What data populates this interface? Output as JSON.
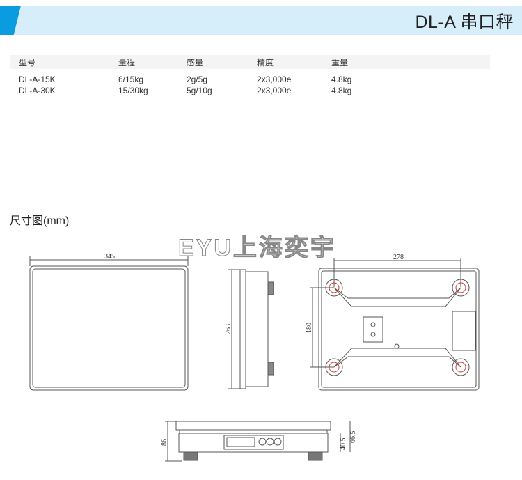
{
  "header": {
    "title": "DL-A 串口秤"
  },
  "specs": {
    "columns": [
      "型号",
      "量程",
      "感量",
      "精度",
      "重量"
    ],
    "rows": [
      [
        "DL-A-15K",
        "6/15kg",
        "2g/5g",
        "2x3,000e",
        "4.8kg"
      ],
      [
        "DL-A-30K",
        "15/30kg",
        "5g/10g",
        "2x3,000e",
        "4.8kg"
      ]
    ]
  },
  "dimensions": {
    "title": "尺寸图(mm)",
    "watermark": "EYU上海奕宇",
    "top_width": "345",
    "side_depth": "263",
    "bottom_width": "278",
    "bottom_depth": "180",
    "front_height": "86",
    "front_h1": "40.5",
    "front_h2": "66.5"
  },
  "colors": {
    "accent": "#0a9be0",
    "banner": "#d6edfa"
  }
}
